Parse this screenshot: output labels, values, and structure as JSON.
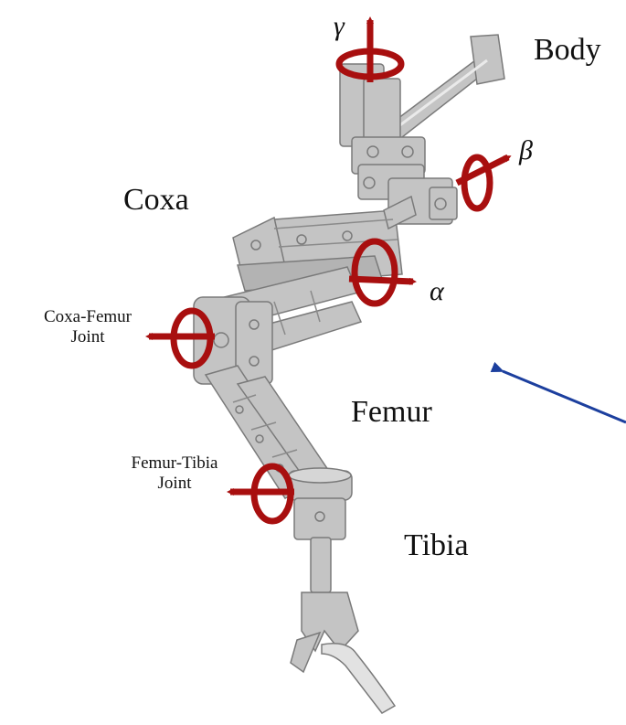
{
  "labels": {
    "body": "Body",
    "coxa": "Coxa",
    "femur": "Femur",
    "tibia": "Tibia",
    "coxa_femur_joint_line1": "Coxa-Femur",
    "coxa_femur_joint_line2": "Joint",
    "femur_tibia_joint_line1": "Femur-Tibia",
    "femur_tibia_joint_line2": "Joint",
    "gamma": "γ",
    "beta": "β",
    "alpha": "α"
  },
  "colors": {
    "link_gray": "#c4c4c4",
    "link_edge": "#7a7a7a",
    "rotation_arrow": "#a80f0f",
    "pointer_arrow": "#1c3f9e",
    "foot_tip": "#e2e2e2"
  }
}
